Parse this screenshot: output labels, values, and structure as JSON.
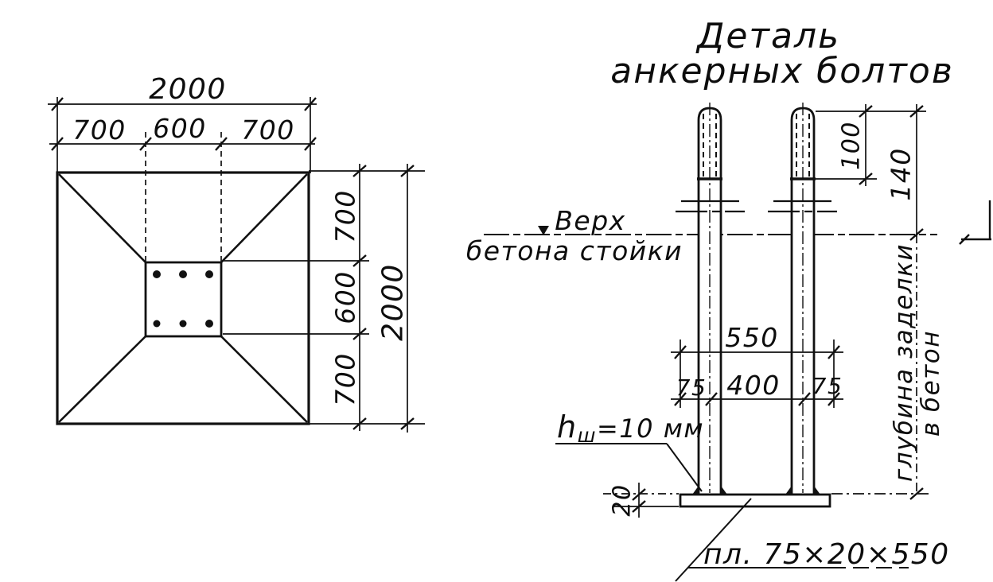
{
  "drawing": {
    "background": "#ffffff",
    "ink": "#111111"
  },
  "plan": {
    "width_total": "2000",
    "width_segments": [
      "700",
      "600",
      "700"
    ],
    "height_total": "2000",
    "height_segments": [
      "700",
      "600",
      "700"
    ]
  },
  "detail": {
    "title": [
      "Деталь",
      "анкерных болтов"
    ],
    "level_label": [
      "Верх",
      "бетона стойки"
    ],
    "thread_length": "100",
    "projection": "140",
    "plate_width": "550",
    "edge_left": "75",
    "bolt_spacing": "400",
    "edge_right": "75",
    "plate_thickness": "20",
    "weld": {
      "base": "h",
      "sub": "ш",
      "value": "=10 мм"
    },
    "plate_label": "пл. 75×20×550",
    "embed_depth_label": [
      "глубина заделки",
      "в бетон"
    ]
  }
}
